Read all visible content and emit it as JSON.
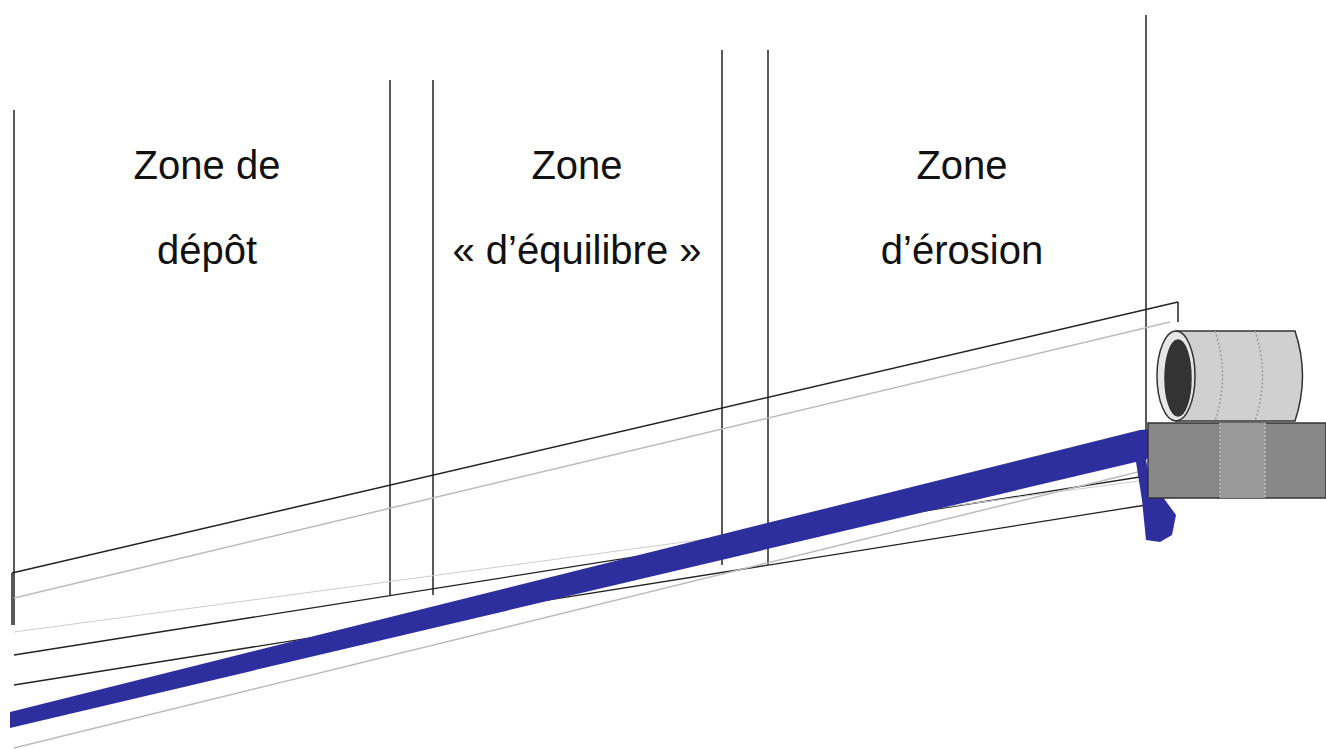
{
  "diagram": {
    "labels": [
      "Zone de dépôt",
      "Zone « d’équilibre »",
      "Zone d’érosion"
    ]
  }
}
